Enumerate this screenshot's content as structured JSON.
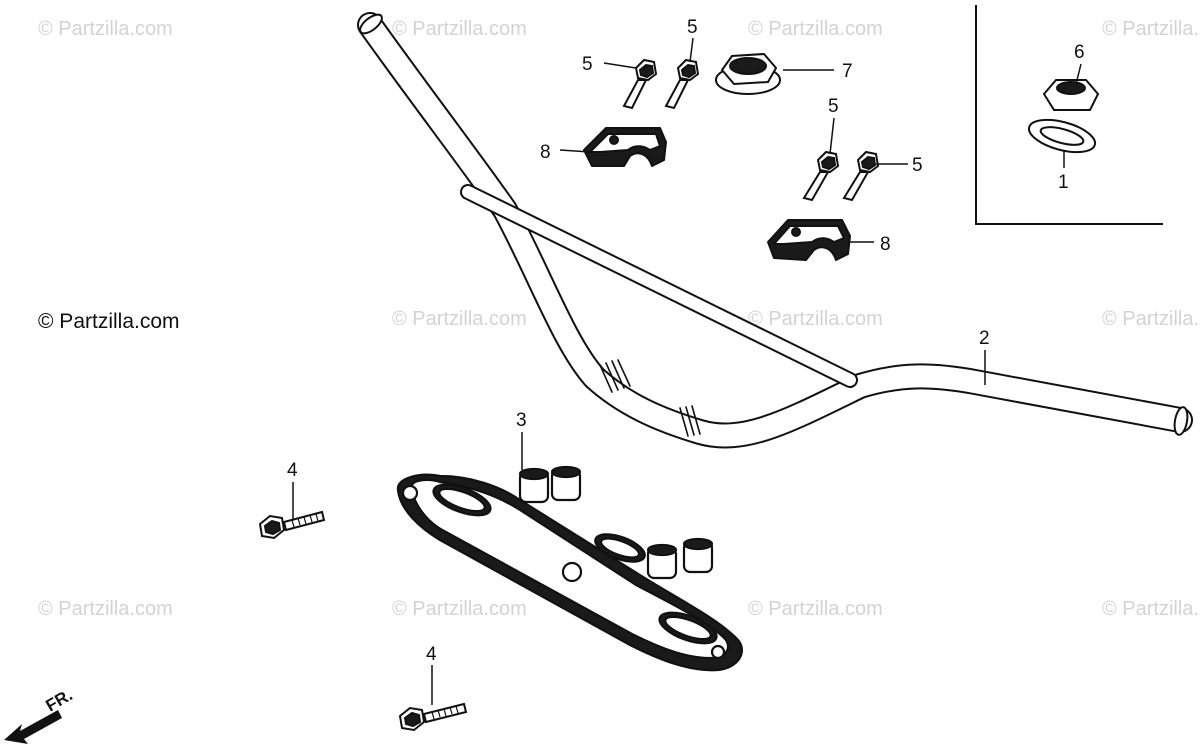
{
  "watermark": {
    "text": "© Partzilla.com",
    "main_text": "© Partzilla.com",
    "faint_color": "#d3d3d3",
    "main_color": "#111111"
  },
  "callouts": {
    "c1": "1",
    "c2": "2",
    "c3": "3",
    "c4a": "4",
    "c4b": "4",
    "c5a": "5",
    "c5b": "5",
    "c5c": "5",
    "c5d": "5",
    "c6": "6",
    "c7": "7",
    "c8a": "8",
    "c8b": "8"
  },
  "direction": {
    "label": "FR."
  },
  "parts": [
    {
      "ref": "1",
      "name": "washer"
    },
    {
      "ref": "2",
      "name": "handlebar-pipe"
    },
    {
      "ref": "3",
      "name": "top-bridge"
    },
    {
      "ref": "4",
      "name": "bridge-bolt"
    },
    {
      "ref": "5",
      "name": "holder-bolt"
    },
    {
      "ref": "6",
      "name": "stem-nut-inset"
    },
    {
      "ref": "7",
      "name": "stem-nut"
    },
    {
      "ref": "8",
      "name": "upper-holder"
    }
  ]
}
